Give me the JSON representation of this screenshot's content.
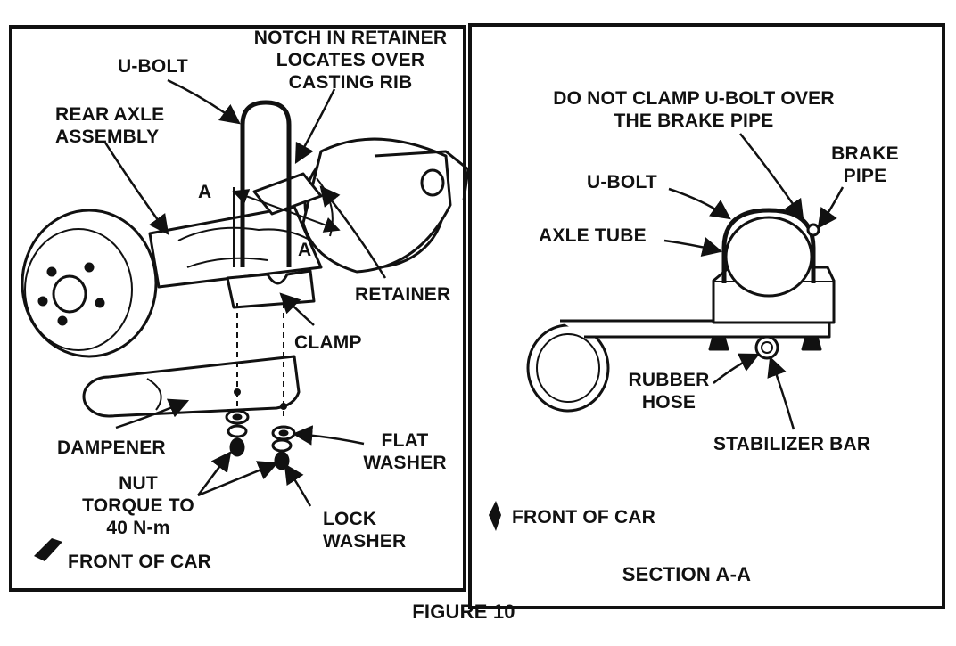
{
  "figure": {
    "caption": "FIGURE 10"
  },
  "left_panel": {
    "notch_label": [
      "NOTCH IN RETAINER",
      "LOCATES OVER",
      "CASTING RIB"
    ],
    "u_bolt": "U-BOLT",
    "rear_axle": [
      "REAR AXLE",
      "ASSEMBLY"
    ],
    "section_mark": "A",
    "retainer": "RETAINER",
    "clamp": "CLAMP",
    "dampener": "DAMPENER",
    "flat_washer": [
      "FLAT",
      "WASHER"
    ],
    "nut": [
      "NUT",
      "TORQUE TO",
      "40 N-m"
    ],
    "lock_washer": [
      "LOCK",
      "WASHER"
    ],
    "front_of_car": "FRONT OF CAR"
  },
  "right_panel": {
    "do_not_clamp": [
      "DO NOT CLAMP U-BOLT OVER",
      "THE BRAKE PIPE"
    ],
    "brake_pipe": [
      "BRAKE",
      "PIPE"
    ],
    "u_bolt": "U-BOLT",
    "axle_tube": "AXLE TUBE",
    "rubber_hose": [
      "RUBBER",
      "HOSE"
    ],
    "stabilizer_bar": "STABILIZER BAR",
    "front_of_car": "FRONT OF CAR",
    "section_title": "SECTION A-A"
  }
}
